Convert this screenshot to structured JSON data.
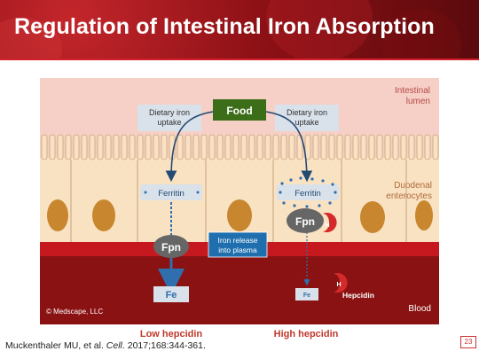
{
  "slide": {
    "title": "Regulation of Intestinal Iron Absorption",
    "page_number": "23"
  },
  "diagram": {
    "region_labels": {
      "lumen_line1": "Intestinal",
      "lumen_line2": "lumen",
      "enterocytes_line1": "Duodenal",
      "enterocytes_line2": "enterocytes",
      "blood": "Blood"
    },
    "food": "Food",
    "left_uptake": {
      "line1": "Dietary iron",
      "line2": "uptake"
    },
    "right_uptake": {
      "line1": "Dietary iron",
      "line2": "uptake"
    },
    "ferritin_left": "Ferritin",
    "ferritin_right": "Ferritin",
    "fpn_left": "Fpn",
    "fpn_right": "Fpn",
    "hepcidin_badge": "H",
    "iron_release": {
      "line1": "Iron release",
      "line2": "into plasma"
    },
    "fe_left": "Fe",
    "fe_right": "Fe",
    "hepcidin_label": "Hepcidin",
    "copyright": "© Medscape, LLC",
    "caption_left": "Low hepcidin",
    "caption_right": "High hepcidin"
  },
  "colors": {
    "title_bg": "#8e1116",
    "lumen": "#f6cfc6",
    "cell": "#f9e2c2",
    "nucleus": "#c8862f",
    "blood": "#8a1212",
    "food_box": "#3c6e1a",
    "fpn": "#666666",
    "hepcidin": "#d42a2a",
    "iron_release_box": "#1f6fae",
    "caption": "#c0392b"
  },
  "citation": {
    "prefix": "Muckenthaler MU, et al. ",
    "journal": "Cell",
    "suffix": ". 2017;168:344-361."
  }
}
